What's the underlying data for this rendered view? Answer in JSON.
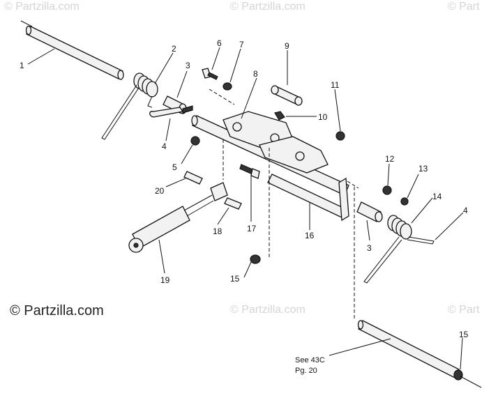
{
  "watermarks": [
    "© Partzilla.com",
    "© Partzilla.com",
    "© Part",
    "© Partzilla.com",
    "© Part"
  ],
  "brand": "© Partzilla.com",
  "labels": [
    "1",
    "2",
    "3",
    "4",
    "5",
    "6",
    "7",
    "8",
    "9",
    "10",
    "11",
    "12",
    "13",
    "14",
    "4",
    "3",
    "15",
    "16",
    "17",
    "18",
    "19",
    "20",
    "15"
  ],
  "note": {
    "line1": "See 43C",
    "line2": "Pg. 20"
  }
}
